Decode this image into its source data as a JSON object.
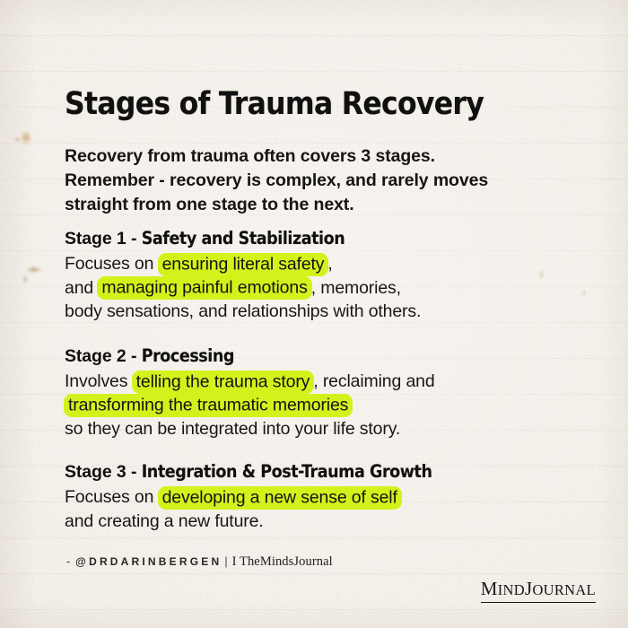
{
  "poster": {
    "title": "Stages of Trauma Recovery",
    "background_color": "#f3efe9",
    "highlight_color": "#d3f21c",
    "text_color": "#161513"
  },
  "intro": {
    "line1": "Recovery from trauma often covers 3 stages.",
    "line2": "Remember - recovery is complex, and rarely moves",
    "line3": "straight from one stage to the next."
  },
  "stages": [
    {
      "label": "Stage 1 - ",
      "name": "Safety and Stabilization",
      "line1_pre": "Focuses on ",
      "line1_hl": "ensuring literal safety",
      "line1_post": ",",
      "line2_pre": "and ",
      "line2_hl": "managing painful emotions",
      "line2_post": ", memories,",
      "line3": "body sensations, and relationships with others."
    },
    {
      "label": "Stage 2 - ",
      "name": "Processing",
      "line1_pre": "Involves ",
      "line1_hl": "telling the trauma story",
      "line1_post": ", reclaiming and",
      "line2_hl": "transforming the traumatic memories",
      "line3": "so they can be integrated into your life story."
    },
    {
      "label": "Stage 3 - ",
      "name": "Integration & Post-Trauma Growth",
      "line1_pre": "Focuses on ",
      "line1_hl": "developing a new sense of self",
      "line2": "and creating a new future."
    }
  ],
  "credit": {
    "dash": "-",
    "handle": "@DRDARINBERGEN",
    "separator": "|",
    "brand": "I TheMindsJournal"
  },
  "logo": {
    "part1_cap": "M",
    "part1_rest": "IND",
    "part2_cap": "J",
    "part2_rest": "OURNAL"
  }
}
